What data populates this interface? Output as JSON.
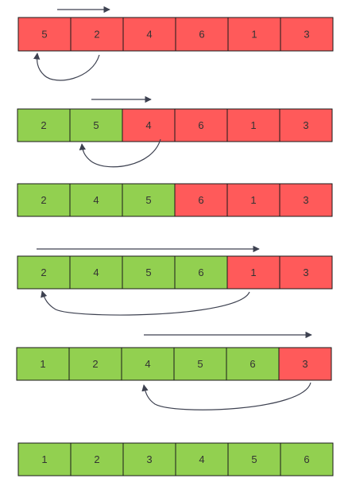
{
  "colors": {
    "unsorted": "#FF5A5A",
    "sorted": "#92D050",
    "border": "#1a1a1a",
    "arrow": "#3d4150"
  },
  "steps": [
    {
      "cells": [
        {
          "v": "5",
          "s": "unsorted"
        },
        {
          "v": "2",
          "s": "unsorted"
        },
        {
          "v": "4",
          "s": "unsorted"
        },
        {
          "v": "6",
          "s": "unsorted"
        },
        {
          "v": "1",
          "s": "unsorted"
        },
        {
          "v": "3",
          "s": "unsorted"
        }
      ],
      "insert_from_cell": 1,
      "insert_to_cell": 0,
      "has_shift_arrow": true
    },
    {
      "cells": [
        {
          "v": "2",
          "s": "sorted"
        },
        {
          "v": "5",
          "s": "sorted"
        },
        {
          "v": "4",
          "s": "unsorted"
        },
        {
          "v": "6",
          "s": "unsorted"
        },
        {
          "v": "1",
          "s": "unsorted"
        },
        {
          "v": "3",
          "s": "unsorted"
        }
      ],
      "insert_from_cell": 2,
      "insert_to_cell": 1,
      "has_shift_arrow": true
    },
    {
      "cells": [
        {
          "v": "2",
          "s": "sorted"
        },
        {
          "v": "4",
          "s": "sorted"
        },
        {
          "v": "5",
          "s": "sorted"
        },
        {
          "v": "6",
          "s": "unsorted"
        },
        {
          "v": "1",
          "s": "unsorted"
        },
        {
          "v": "3",
          "s": "unsorted"
        }
      ],
      "insert_from_cell": null,
      "insert_to_cell": null,
      "has_shift_arrow": false
    },
    {
      "cells": [
        {
          "v": "2",
          "s": "sorted"
        },
        {
          "v": "4",
          "s": "sorted"
        },
        {
          "v": "5",
          "s": "sorted"
        },
        {
          "v": "6",
          "s": "sorted"
        },
        {
          "v": "1",
          "s": "unsorted"
        },
        {
          "v": "3",
          "s": "unsorted"
        }
      ],
      "insert_from_cell": 4,
      "insert_to_cell": 0,
      "has_shift_arrow": true
    },
    {
      "cells": [
        {
          "v": "1",
          "s": "sorted"
        },
        {
          "v": "2",
          "s": "sorted"
        },
        {
          "v": "4",
          "s": "sorted"
        },
        {
          "v": "5",
          "s": "sorted"
        },
        {
          "v": "6",
          "s": "sorted"
        },
        {
          "v": "3",
          "s": "unsorted"
        }
      ],
      "insert_from_cell": 5,
      "insert_to_cell": 2,
      "has_shift_arrow": true
    },
    {
      "cells": [
        {
          "v": "1",
          "s": "sorted"
        },
        {
          "v": "2",
          "s": "sorted"
        },
        {
          "v": "3",
          "s": "sorted"
        },
        {
          "v": "4",
          "s": "sorted"
        },
        {
          "v": "5",
          "s": "sorted"
        },
        {
          "v": "6",
          "s": "sorted"
        }
      ],
      "insert_from_cell": null,
      "insert_to_cell": null,
      "has_shift_arrow": false
    }
  ]
}
